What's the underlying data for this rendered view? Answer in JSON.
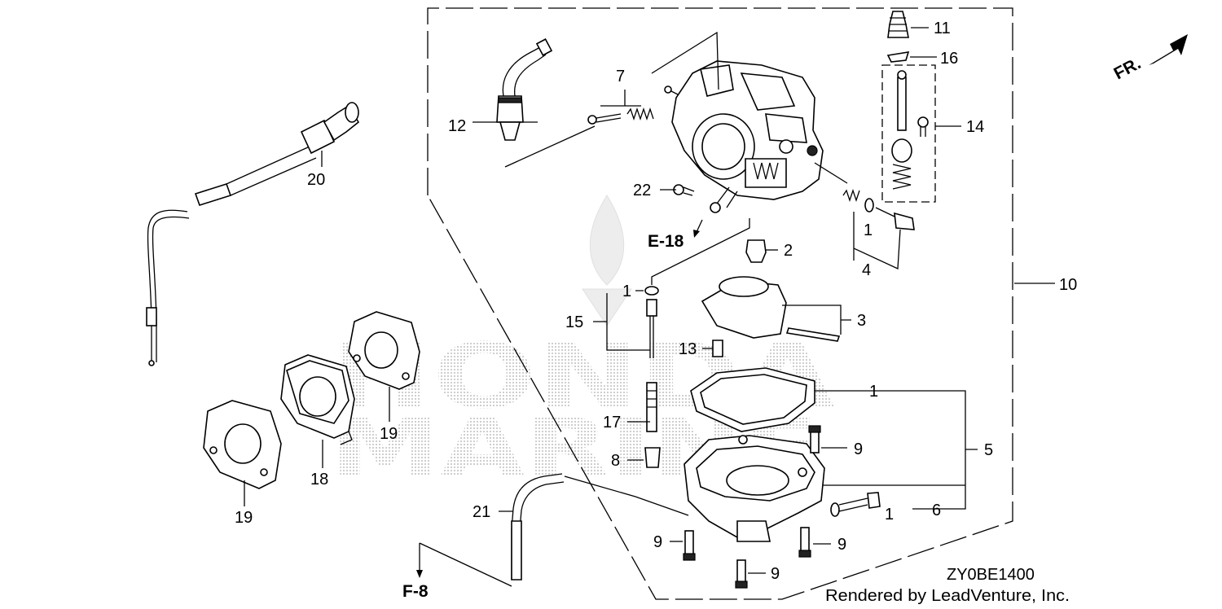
{
  "diagram_code": "ZY0BE1400",
  "credit": "Rendered by LeadVenture, Inc.",
  "watermark": {
    "line1": "HONDA",
    "line2": "MARINE"
  },
  "direction_label": "FR.",
  "references": {
    "e18": "E-18",
    "f8": "F-8"
  },
  "callouts": {
    "c1a": "1",
    "c1b": "1",
    "c1c": "1",
    "c1d": "1",
    "c2": "2",
    "c3": "3",
    "c4": "4",
    "c5": "5",
    "c6": "6",
    "c7": "7",
    "c8": "8",
    "c9a": "9",
    "c9b": "9",
    "c9c": "9",
    "c9d": "9",
    "c10": "10",
    "c11": "11",
    "c12": "12",
    "c13": "13",
    "c14": "14",
    "c15": "15",
    "c16": "16",
    "c17": "17",
    "c18": "18",
    "c19a": "19",
    "c19b": "19",
    "c20": "20",
    "c21": "21",
    "c22": "22"
  }
}
